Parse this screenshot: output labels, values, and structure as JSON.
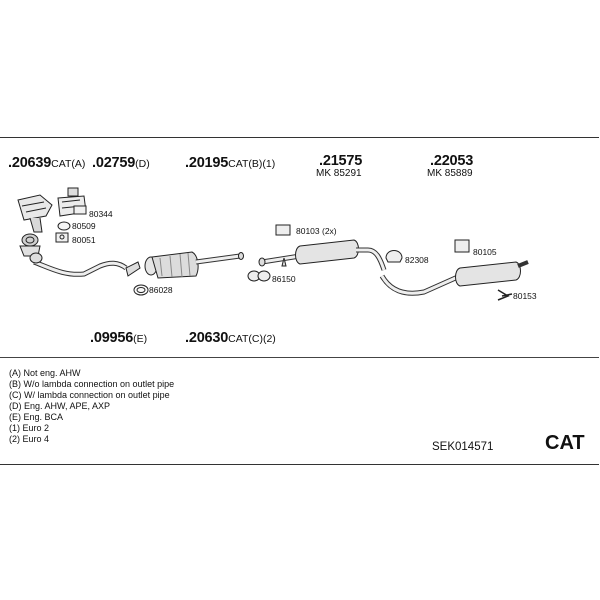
{
  "parts": {
    "p20639": {
      "number": ".20639",
      "suffix": "CAT(A)"
    },
    "p02759": {
      "number": ".02759",
      "suffix": "(D)"
    },
    "p20195": {
      "number": ".20195",
      "suffix": "CAT(B)(1)"
    },
    "p21575": {
      "number": ".21575",
      "mk": "MK 85291"
    },
    "p22053": {
      "number": ".22053",
      "mk": "MK 85889"
    },
    "p09956": {
      "number": ".09956",
      "suffix": "(E)"
    },
    "p20630": {
      "number": ".20630",
      "suffix": "CAT(C)(2)"
    }
  },
  "small_parts": {
    "s80344": "80344",
    "s80509": "80509",
    "s80051": "80051",
    "s86028": "86028",
    "s80103": "80103 (2x)",
    "s86150": "86150",
    "s82308": "82308",
    "s80105": "80105",
    "s80153": "80153"
  },
  "notes": [
    "(A) Not eng. AHW",
    "(B) W/o lambda connection on outlet pipe",
    "(C) W/ lambda connection on outlet pipe",
    "(D) Eng. AHW, APE, AXP",
    "(E) Eng. BCA",
    "(1) Euro 2",
    "(2) Euro 4"
  ],
  "code": "SEK014571",
  "cat_label": "CAT"
}
